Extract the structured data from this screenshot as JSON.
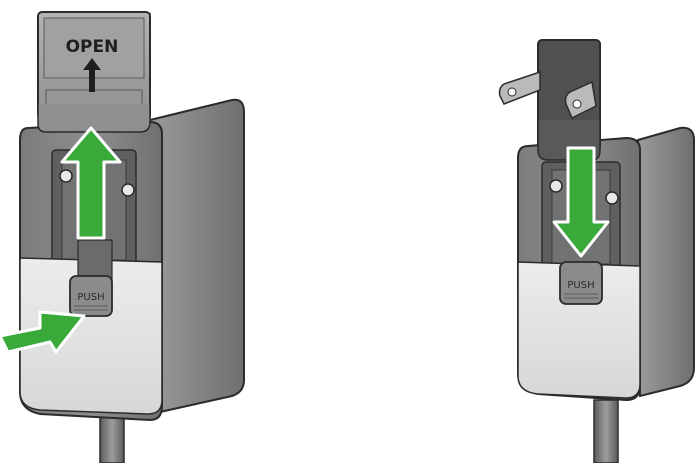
{
  "colors": {
    "background": "#ffffff",
    "arrow_green": "#39a93a",
    "arrow_green_dark": "#2a8a2c",
    "body_dark": "#6d6e70",
    "body_mid": "#8b8c8e",
    "body_light": "#b4b5b7",
    "panel_light": "#e2e3e4",
    "outline": "#2b2b2b",
    "cover": "#a8a9ab",
    "pin": "#b9babb"
  },
  "left_adapter": {
    "cover_label": "OPEN",
    "button_label": "PUSH",
    "cover_arrow_icon": "up-arrow-icon",
    "slide_arrow_icon": "green-up-arrow-icon",
    "push_arrow_icon": "green-right-arrow-icon"
  },
  "right_adapter": {
    "button_label": "PUSH",
    "insert_arrow_icon": "green-down-arrow-icon",
    "plug_icon": "us-plug-icon"
  }
}
